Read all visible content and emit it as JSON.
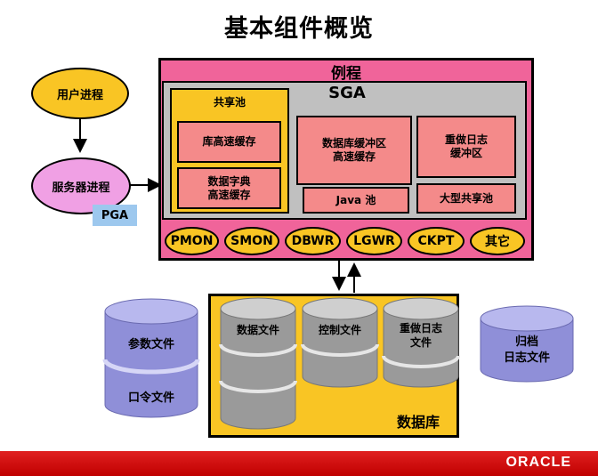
{
  "title": "基本组件概览",
  "user_process": "用户进程",
  "server_process": "服务器进程",
  "pga": "PGA",
  "instance_label": "例程",
  "sga_label": "SGA",
  "shared_pool": {
    "label": "共享池",
    "library_cache": "库高速缓存",
    "dictionary_cache": [
      "数据字典",
      "高速缓存"
    ]
  },
  "db_buffer_cache": [
    "数据库缓冲区",
    "高速缓存"
  ],
  "redo_log_buffer": [
    "重做日志",
    "缓冲区"
  ],
  "java_pool": "Java 池",
  "large_pool": "大型共享池",
  "background_processes": [
    "PMON",
    "SMON",
    "DBWR",
    "LGWR",
    "CKPT",
    "其它"
  ],
  "database": {
    "label": "数据库",
    "data_files": "数据文件",
    "control_files": "控制文件",
    "redo_log_files": [
      "重做日志",
      "文件"
    ]
  },
  "parameter_file": "参数文件",
  "password_file": "口令文件",
  "archived_log_files": [
    "归档",
    "日志文件"
  ],
  "brand": "ORACLE"
}
